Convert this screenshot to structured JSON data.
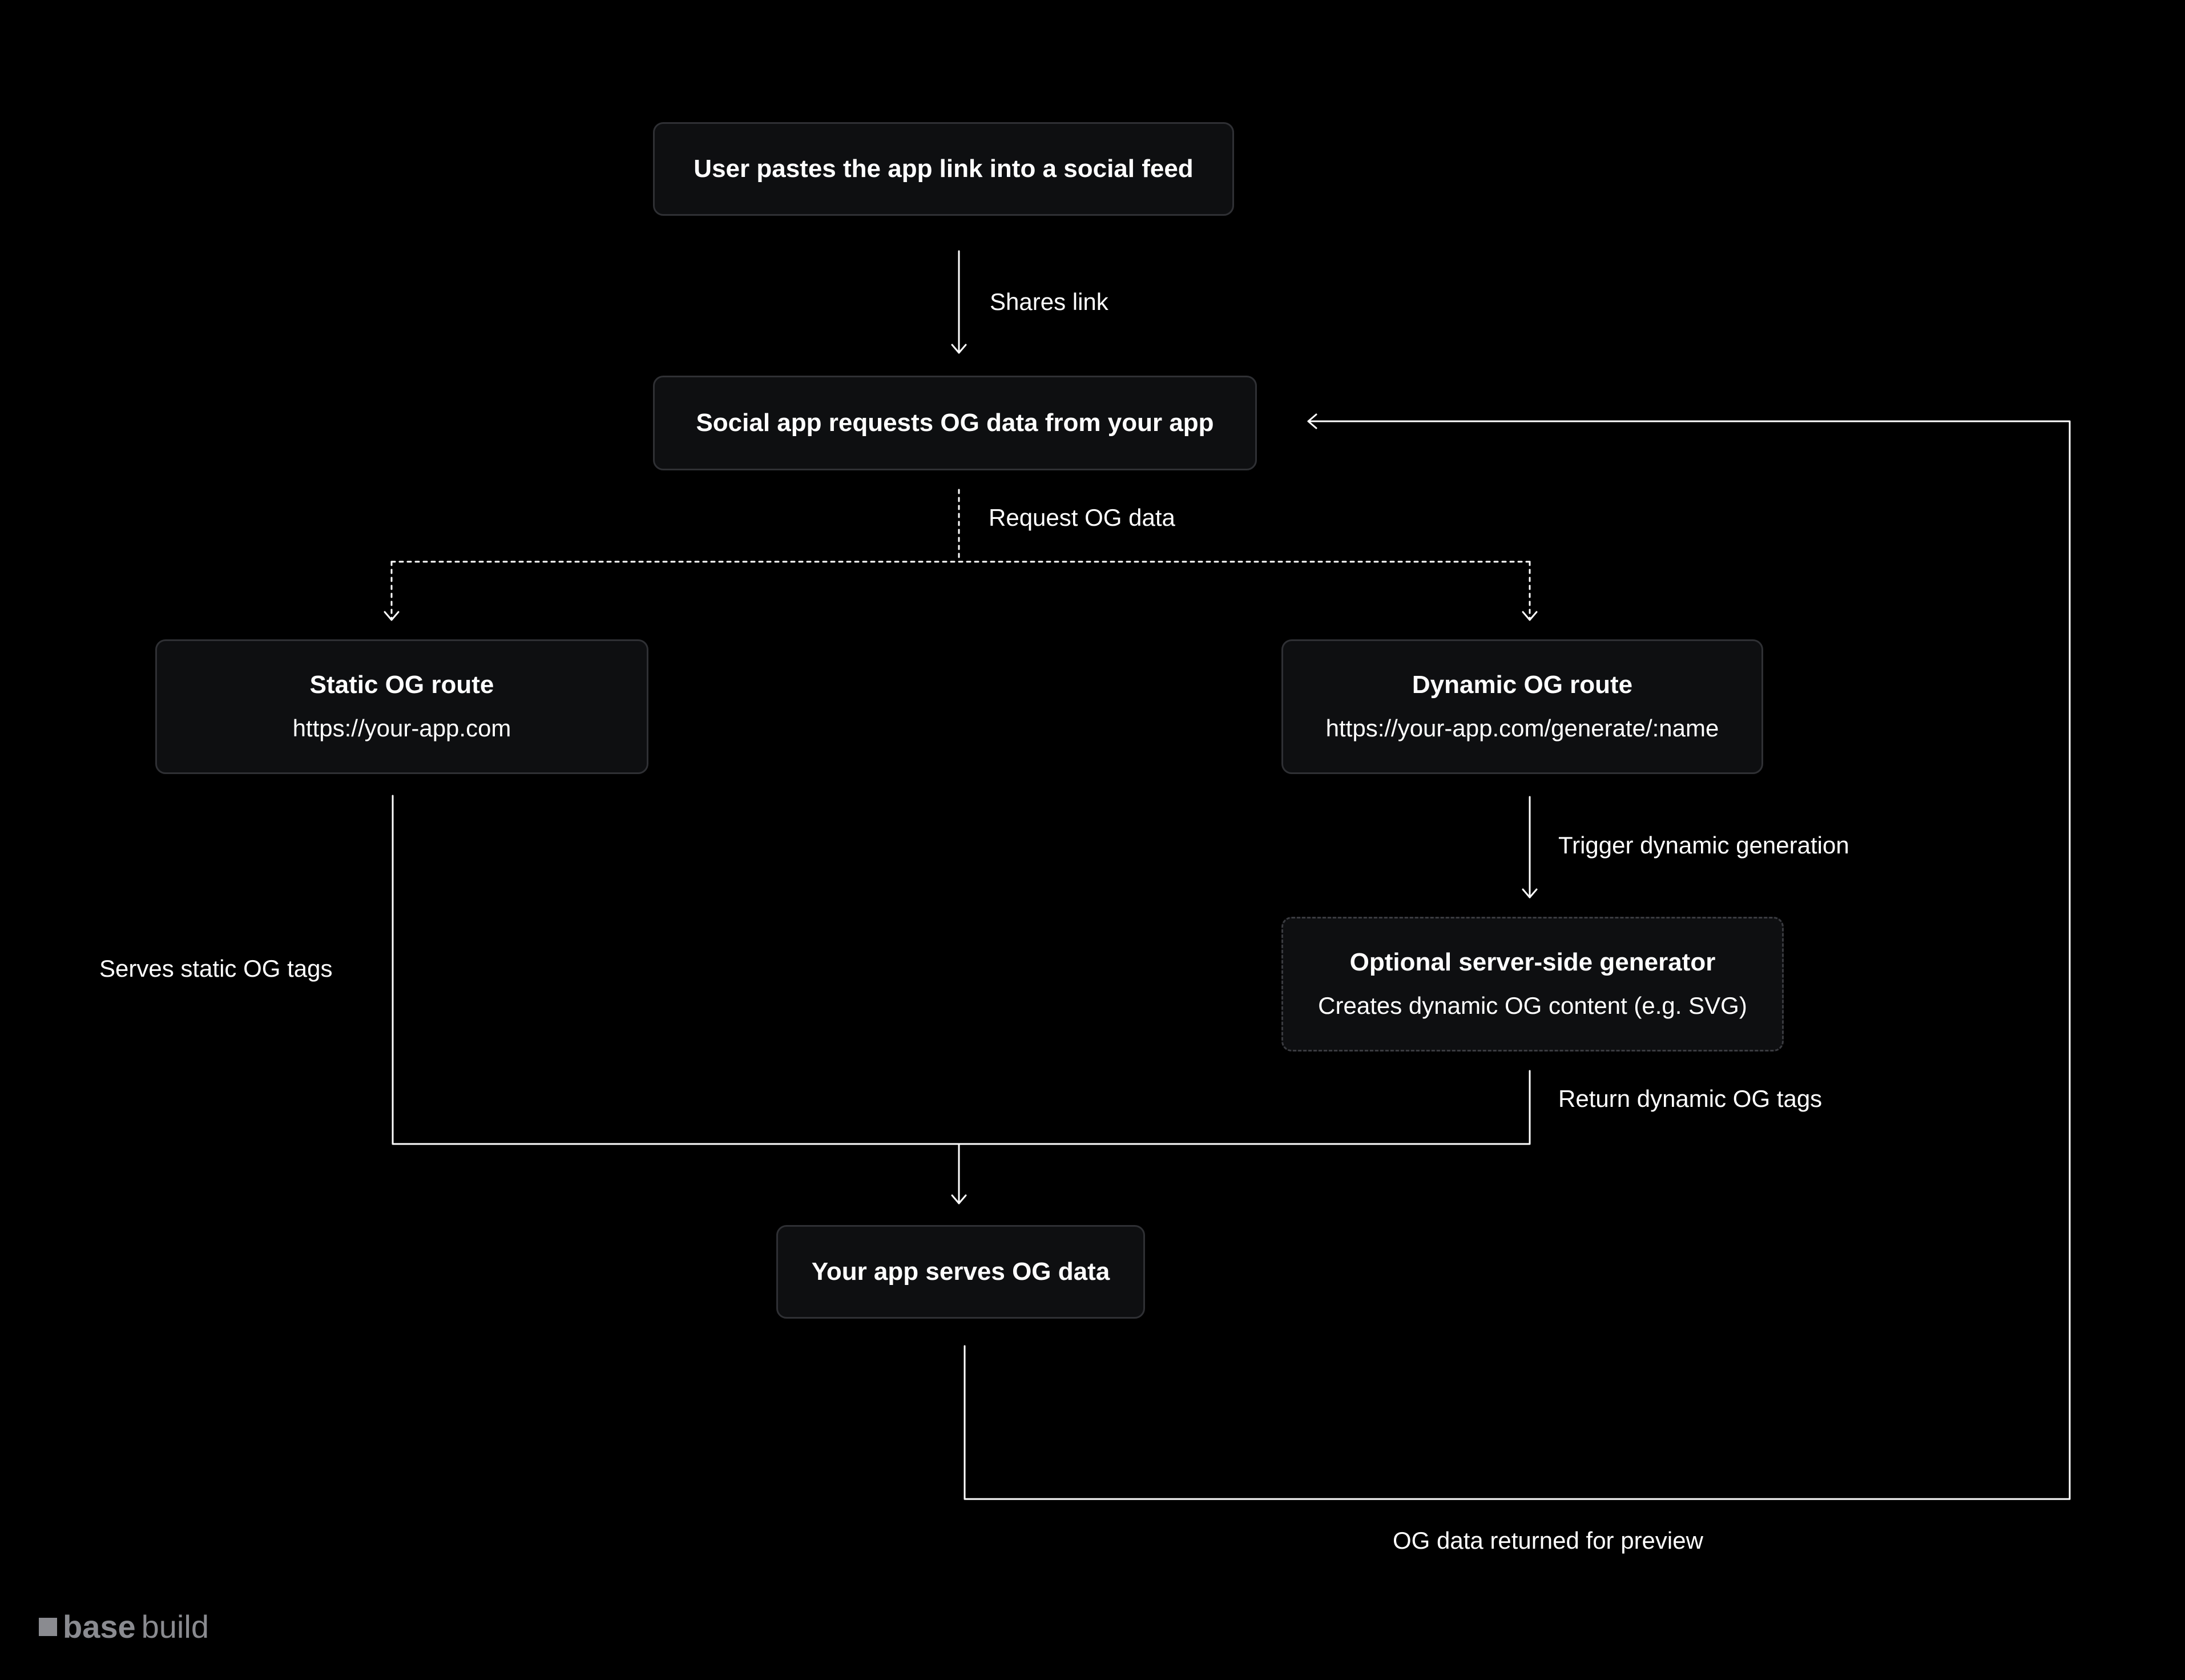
{
  "nodes": {
    "user_pastes": {
      "title": "User pastes the app link into a social feed"
    },
    "social_requests": {
      "title": "Social app requests OG data from your app"
    },
    "static_route": {
      "title": "Static OG route",
      "subtitle": "https://your-app.com"
    },
    "dynamic_route": {
      "title": "Dynamic OG route",
      "subtitle": "https://your-app.com/generate/:name"
    },
    "generator": {
      "title": "Optional server-side generator",
      "subtitle": "Creates dynamic OG content (e.g. SVG)"
    },
    "serves": {
      "title": "Your app serves OG data"
    }
  },
  "edges": {
    "shares_link": "Shares link",
    "request_og": "Request OG data",
    "trigger_dynamic": "Trigger dynamic generation",
    "serves_static": "Serves static OG tags",
    "return_dynamic": "Return dynamic OG tags",
    "returned_preview": "OG data returned for preview"
  },
  "brand": {
    "part1": "base",
    "part2": "build"
  },
  "colors": {
    "background": "#000000",
    "node_fill": "#0e0f11",
    "node_border": "#2f3034",
    "line": "#ffffff",
    "brand": "#8a8b90"
  }
}
